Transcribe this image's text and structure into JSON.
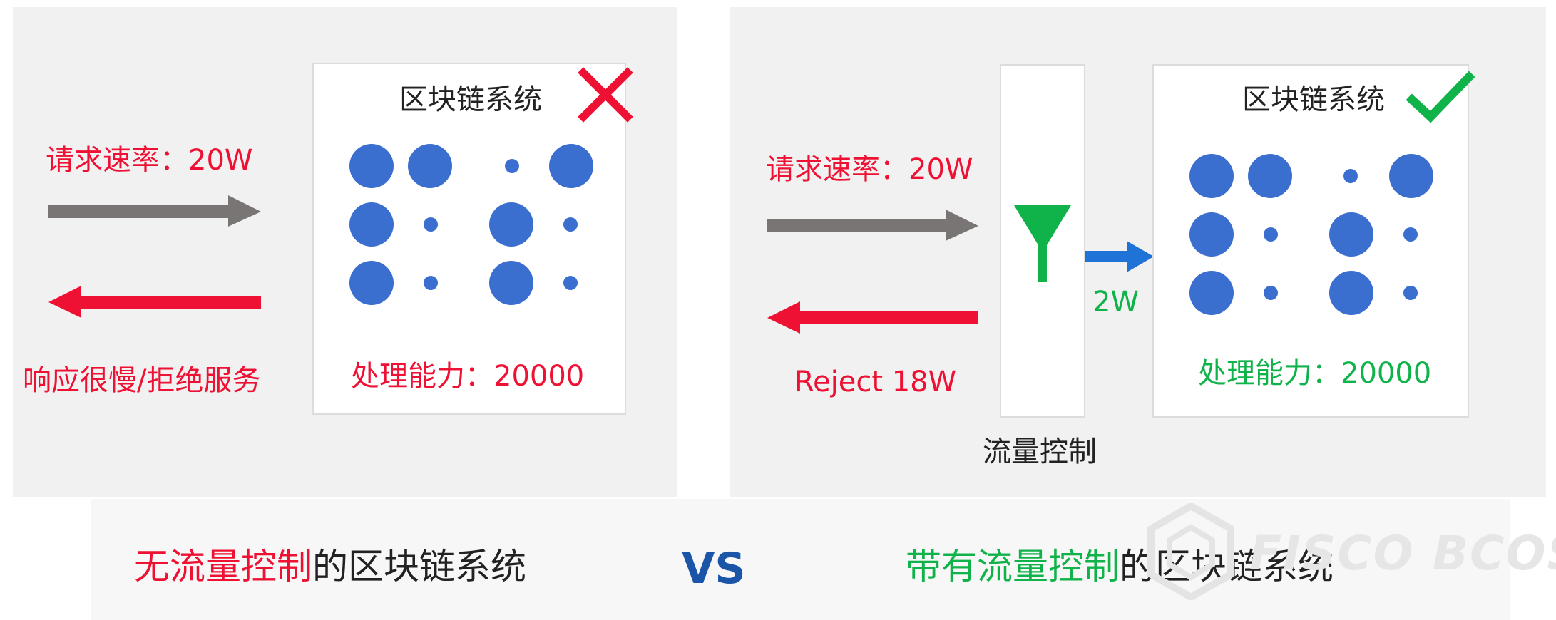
{
  "colors": {
    "red": "#ee1133",
    "green": "#10b34a",
    "blue_dot": "#3a6fcf",
    "gray_arrow": "#7a7575",
    "blue_arrow": "#1f73d6",
    "vs_blue": "#1a55a8",
    "text_dark": "#222222"
  },
  "left": {
    "system_title": "区块链系统",
    "request_rate": "请求速率：20W",
    "response_text": "响应很慢/拒绝服务",
    "capacity": "处理能力：20000",
    "status_icon": "cross-icon"
  },
  "right": {
    "system_title": "区块链系统",
    "request_rate": "请求速率：20W",
    "reject_text": "Reject 18W",
    "pass_text": "2W",
    "capacity": "处理能力：20000",
    "flow_control_label": "流量控制",
    "status_icon": "check-icon",
    "filter_icon": "funnel-icon"
  },
  "caption": {
    "left_highlight": "无流量控制",
    "left_rest": "的区块链系统",
    "vs": "VS",
    "right_prefix": "带有",
    "right_highlight": "流量控制",
    "right_rest": "的区块链系统"
  },
  "watermark": {
    "text": "FISCO BCOS",
    "icon": "hexagon-logo-icon"
  }
}
